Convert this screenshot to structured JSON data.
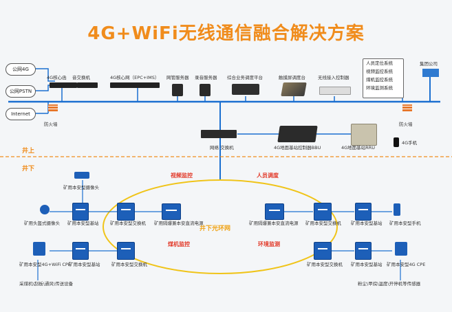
{
  "title": "4G+WiFi无线通信融合解决方案",
  "clouds": [
    "公网4G",
    "公网PSTN",
    "Internet"
  ],
  "top_devices": {
    "core_4g_left": "4G核心函",
    "voice_switch": "音交换机",
    "core_4g": "4G核心网（EPC+IMS）",
    "gateway_server": "网管服务器",
    "record_server": "录音服务器",
    "dispatch_platform": "综合业务调度平台",
    "touch_console": "触摸屏调度台",
    "wireless_controller": "无线接入控制器",
    "group_company": "集团公司",
    "firewall_left": "防火墙",
    "firewall_right": "防火墙"
  },
  "systems": [
    "人员定位系统",
    "视频监控系统",
    "煤机监控系统",
    "环境监测系统"
  ],
  "middle": {
    "network_switch": "网络 交换机",
    "bbu": "4G地面基站控制器BBU",
    "rru": "4G地面基站RRU",
    "phone": "4G手机"
  },
  "sections": {
    "above": "井上",
    "below": "井下"
  },
  "ring_label": "井下光环网",
  "zones": [
    "视频监控",
    "人员调度",
    "煤机监控",
    "环境监测"
  ],
  "underground_left": {
    "camera_top": "矿用本安型摄像头",
    "dome_camera": "矿用头盔式摄像头",
    "base_station_1": "矿用本安型基站",
    "switch_1": "矿用本安型交换机",
    "power_1": "矿用隔爆兼本安直流电源",
    "cpe": "矿用本安型4G+WiFi CPE",
    "base_station_2": "矿用本安型基站",
    "switch_2": "矿用本安型交换机",
    "bottom_note": "采煤机\\刮板\\通风\\传送设备"
  },
  "underground_right": {
    "power_2": "矿用隔爆兼本安直流电源",
    "switch_3": "矿用本安型交换机",
    "base_station_3": "矿用本安型基站",
    "phone": "矿用本安型手机",
    "switch_4": "矿用本安型交换机",
    "base_station_4": "矿用本安型基站",
    "cpe_4g": "矿用本安型4G CPE",
    "bottom_note": "粉尘\\甲烷\\温度\\开停机等传感器"
  },
  "colors": {
    "title": "#f08c1c",
    "device_blue": "#1d5fb8",
    "line_blue": "#1a6fd0",
    "zone_red": "#e23a2a",
    "ring": "#f0c419",
    "divider": "#f08c1c"
  }
}
